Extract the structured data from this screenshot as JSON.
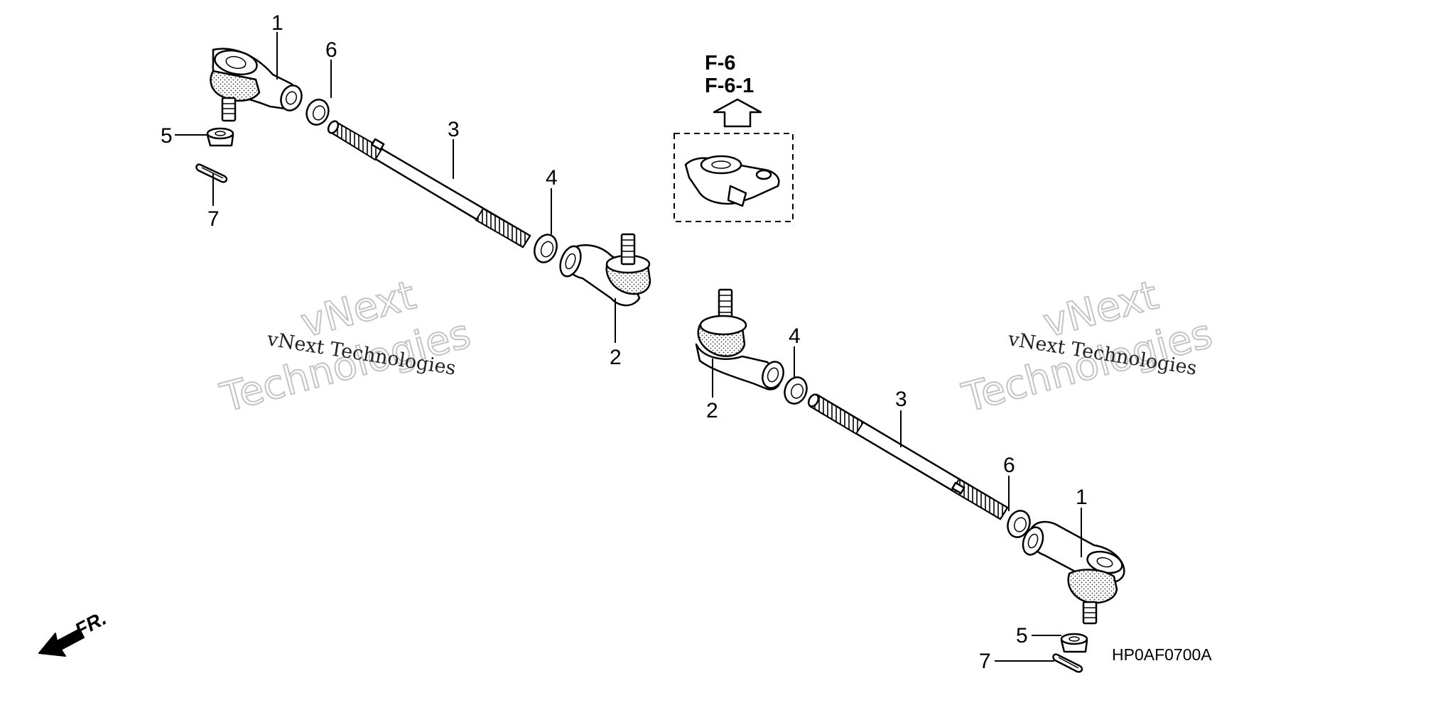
{
  "diagram": {
    "reference_codes": [
      "F-6",
      "F-6-1"
    ],
    "diagram_code": "HP0AF0700A",
    "direction_label": "FR.",
    "callouts_left": {
      "tie_rod_end_outer": "1",
      "lock_nut_thin": "6",
      "tie_rod": "3",
      "lock_nut": "4",
      "tie_rod_end_inner": "2",
      "castle_nut": "5",
      "cotter_pin": "7"
    },
    "callouts_right": {
      "tie_rod_end_inner": "2",
      "lock_nut": "4",
      "tie_rod": "3",
      "lock_nut_thin": "6",
      "tie_rod_end_outer": "1",
      "castle_nut": "5",
      "cotter_pin": "7"
    },
    "watermarks": [
      {
        "line1": "vNext",
        "line2": "Technologies",
        "caption": "vNext Technologies"
      },
      {
        "line1": "vNext",
        "line2": "Technologies",
        "caption": "vNext Technologies"
      }
    ]
  }
}
